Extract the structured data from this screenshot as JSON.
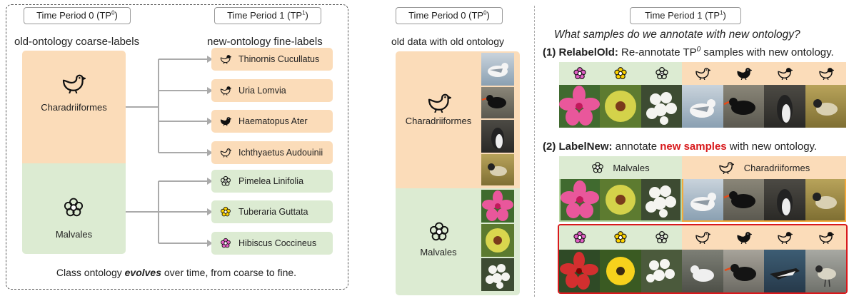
{
  "left_panel": {
    "tp0_label": "Time Period 0 (TP",
    "tp0_sup": "0",
    "tp1_label": "Time Period 1 (TP",
    "tp1_sup": "1",
    "old_header": "old-ontology coarse-labels",
    "new_header": "new-ontology fine-labels",
    "coarse": [
      {
        "name": "Charadriiformes",
        "icon": "bird-icon",
        "color": "#fbdcb9"
      },
      {
        "name": "Malvales",
        "icon": "flower-icon",
        "color": "#dcebd2"
      }
    ],
    "fine": [
      {
        "name": "Thinornis Cucullatus",
        "icon": "bird-icon"
      },
      {
        "name": "Uria Lomvia",
        "icon": "bird-icon"
      },
      {
        "name": "Haematopus Ater",
        "icon": "bird-icon"
      },
      {
        "name": "Ichthyaetus Audouinii",
        "icon": "bird-icon"
      },
      {
        "name": "Pimelea Linifolia",
        "icon": "flower-icon"
      },
      {
        "name": "Tuberaria Guttata",
        "icon": "flower-icon"
      },
      {
        "name": "Hibiscus Coccineus",
        "icon": "flower-icon"
      }
    ],
    "caption_pre": "Class ontology ",
    "caption_em": "evolves",
    "caption_post": " over time, from coarse to fine."
  },
  "middle_panel": {
    "tp0_label": "Time Period 0 (TP",
    "tp0_sup": "0",
    "header": "old data with old ontology",
    "coarse": [
      {
        "name": "Charadriiformes",
        "icon": "bird-icon"
      },
      {
        "name": "Malvales",
        "icon": "flower-icon"
      }
    ]
  },
  "right_panel": {
    "tp1_label": "Time Period 1 (TP",
    "tp1_sup": "1",
    "question": "What samples do we annotate with new ontology?",
    "relabel_num": "(1) ",
    "relabel_bold": "RelabelOld:",
    "relabel_pre": " Re-annotate TP",
    "relabel_sup": "0",
    "relabel_post": " samples with new ontology.",
    "labelnew_num": "(2) ",
    "labelnew_bold": "LabelNew:",
    "labelnew_pre": " annotate ",
    "labelnew_red": "new samples",
    "labelnew_post": " with new ontology.",
    "group_malvales": "Malvales",
    "group_charadriiformes": "Charadriiformes"
  },
  "colors": {
    "bird_bg": "#fbdcb9",
    "flower_bg": "#dcebd2",
    "highlight_red": "#d8191c",
    "pink_flower": "#e05fc4",
    "yellow_flower": "#ffd400"
  }
}
